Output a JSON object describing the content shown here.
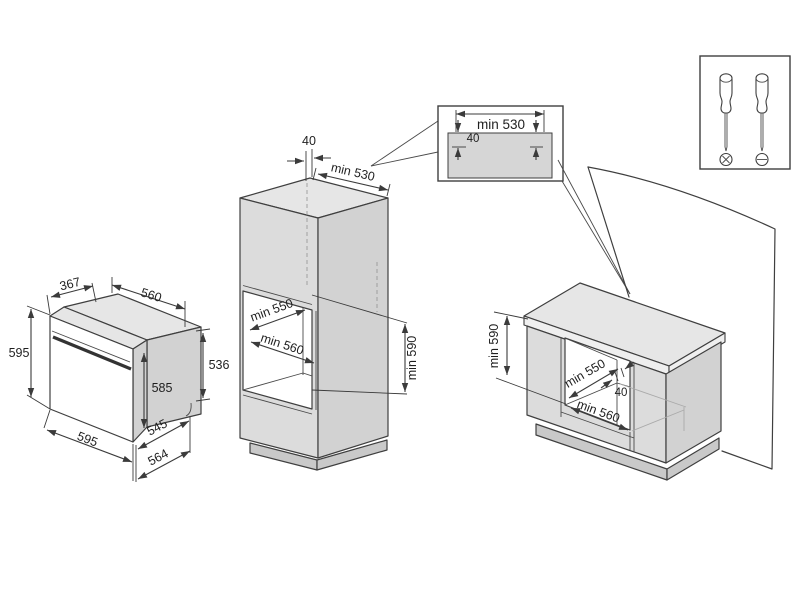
{
  "diagram": {
    "kind": "built-in oven installation drawing",
    "units": "mm"
  },
  "colors": {
    "line": "#3f3f3f",
    "face_front": "#dcdcdc",
    "face_side": "#d2d2d2",
    "face_top": "#e6e6e6",
    "niche": "#ffffff",
    "background": "#ffffff"
  },
  "oven_view": {
    "dims": {
      "top_depth": "367",
      "top_width": "560",
      "height": "595",
      "door_height": "585",
      "body_height": "536",
      "width": "595",
      "body_depth": "545",
      "overall_depth": "564"
    }
  },
  "tall_unit_view": {
    "dims": {
      "top_gap": "40",
      "vent_width": "min 530",
      "niche_depth": "min 550",
      "niche_width": "min 560",
      "niche_height": "min 590"
    }
  },
  "vent_detail": {
    "dims": {
      "width": "min 530",
      "depth": "40"
    }
  },
  "base_unit_view": {
    "dims": {
      "niche_height": "min 590",
      "niche_depth": "min 550",
      "rear_gap": "40",
      "niche_width": "min 560"
    }
  },
  "tools": {
    "items": [
      {
        "name": "phillips-screwdriver"
      },
      {
        "name": "slotted-screwdriver"
      }
    ]
  }
}
